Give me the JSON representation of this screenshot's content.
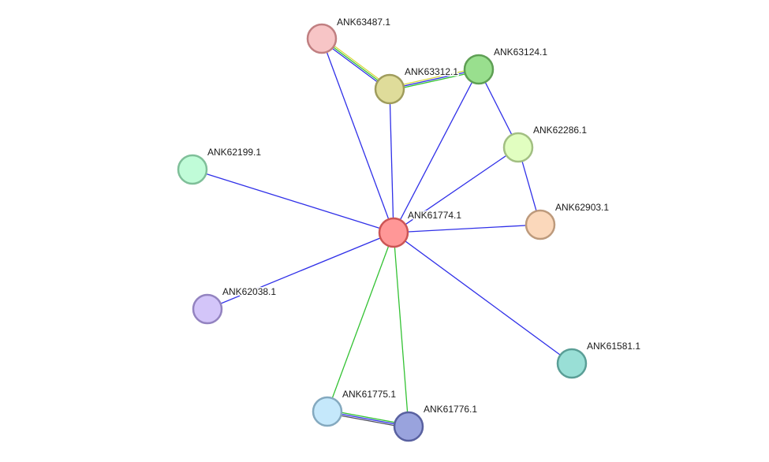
{
  "network": {
    "nodes": [
      {
        "id": "ANK61774.1",
        "label": "ANK61774.1",
        "fill": "#ff9797",
        "stroke": "#cc5555"
      },
      {
        "id": "ANK63487.1",
        "label": "ANK63487.1",
        "fill": "#f7c5c6",
        "stroke": "#c07f81"
      },
      {
        "id": "ANK63312.1",
        "label": "ANK63312.1",
        "fill": "#dfdc9a",
        "stroke": "#9f9c5c"
      },
      {
        "id": "ANK63124.1",
        "label": "ANK63124.1",
        "fill": "#99df8e",
        "stroke": "#5e9f54"
      },
      {
        "id": "ANK62286.1",
        "label": "ANK62286.1",
        "fill": "#e1fec0",
        "stroke": "#a2bf82"
      },
      {
        "id": "ANK62903.1",
        "label": "ANK62903.1",
        "fill": "#fbd8bb",
        "stroke": "#bd9a7c"
      },
      {
        "id": "ANK62199.1",
        "label": "ANK62199.1",
        "fill": "#c0fcd8",
        "stroke": "#7fbf99"
      },
      {
        "id": "ANK62038.1",
        "label": "ANK62038.1",
        "fill": "#d3c5f9",
        "stroke": "#9383c0"
      },
      {
        "id": "ANK61581.1",
        "label": "ANK61581.1",
        "fill": "#99dfd6",
        "stroke": "#5a9e96"
      },
      {
        "id": "ANK61775.1",
        "label": "ANK61775.1",
        "fill": "#c5e8fb",
        "stroke": "#84a9bf"
      },
      {
        "id": "ANK61776.1",
        "label": "ANK61776.1",
        "fill": "#99a3dd",
        "stroke": "#5961a0"
      }
    ],
    "edges": [
      {
        "from": "ANK61774.1",
        "to": "ANK63487.1",
        "colors": [
          "#3030e8"
        ]
      },
      {
        "from": "ANK61774.1",
        "to": "ANK63312.1",
        "colors": [
          "#3030e8"
        ]
      },
      {
        "from": "ANK61774.1",
        "to": "ANK63124.1",
        "colors": [
          "#3030e8"
        ]
      },
      {
        "from": "ANK61774.1",
        "to": "ANK62286.1",
        "colors": [
          "#3030e8"
        ]
      },
      {
        "from": "ANK61774.1",
        "to": "ANK62903.1",
        "colors": [
          "#3030e8"
        ]
      },
      {
        "from": "ANK61774.1",
        "to": "ANK62199.1",
        "colors": [
          "#3030e8"
        ]
      },
      {
        "from": "ANK61774.1",
        "to": "ANK62038.1",
        "colors": [
          "#3030e8"
        ]
      },
      {
        "from": "ANK61774.1",
        "to": "ANK61581.1",
        "colors": [
          "#3030e8"
        ]
      },
      {
        "from": "ANK61774.1",
        "to": "ANK61775.1",
        "colors": [
          "#33c233"
        ]
      },
      {
        "from": "ANK61774.1",
        "to": "ANK61776.1",
        "colors": [
          "#33c233"
        ]
      },
      {
        "from": "ANK63487.1",
        "to": "ANK63312.1",
        "colors": [
          "#d8d83c",
          "#33c233",
          "#3030e8"
        ]
      },
      {
        "from": "ANK63312.1",
        "to": "ANK63124.1",
        "colors": [
          "#d8d83c",
          "#3030e8",
          "#33c233"
        ]
      },
      {
        "from": "ANK63124.1",
        "to": "ANK62286.1",
        "colors": [
          "#3030e8"
        ]
      },
      {
        "from": "ANK62286.1",
        "to": "ANK62903.1",
        "colors": [
          "#3030e8"
        ]
      },
      {
        "from": "ANK61775.1",
        "to": "ANK61776.1",
        "colors": [
          "#33c233",
          "#3030e8",
          "#4a4a5a"
        ]
      }
    ]
  }
}
